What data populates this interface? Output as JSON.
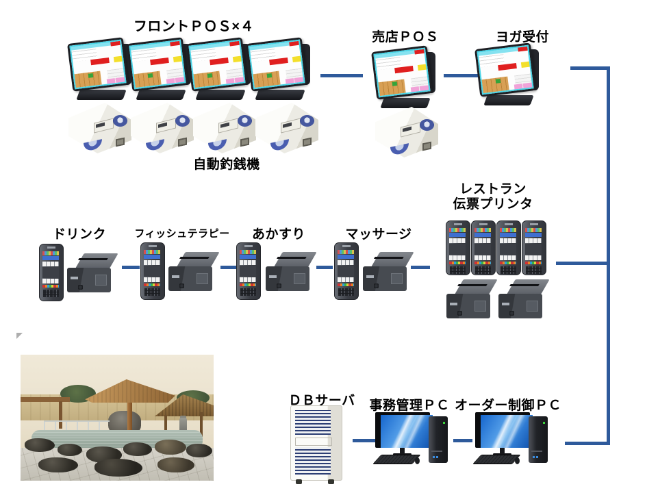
{
  "labels": {
    "front_pos": "フロントＰＯＳ×４",
    "shop_pos": "売店ＰＯＳ",
    "yoga_reception": "ヨガ受付",
    "auto_change_machine": "自動釣銭機",
    "drink": "ドリンク",
    "fish_therapy": "フィッシュテラピー",
    "akasuri": "あかすり",
    "massage": "マッサージ",
    "restaurant_printer_line1": "レストラン",
    "restaurant_printer_line2": "伝票プリンタ",
    "db_server": "ＤＢサーバ",
    "office_admin_pc": "事務管理ＰＣ",
    "order_control_pc": "オーダー制御ＰＣ"
  },
  "colors": {
    "connector_blue": "#2e5a9b"
  },
  "counts": {
    "front_pos_terminals": 4,
    "front_change_machines": 4,
    "shop_pos_terminals": 1,
    "shop_change_machines": 1,
    "yoga_pos_terminals": 1,
    "handheld_order_terminals": 4,
    "station_receipt_printers": 4,
    "restaurant_handhelds": 4,
    "restaurant_printers": 2,
    "db_servers": 1,
    "desktop_pcs": 2
  }
}
